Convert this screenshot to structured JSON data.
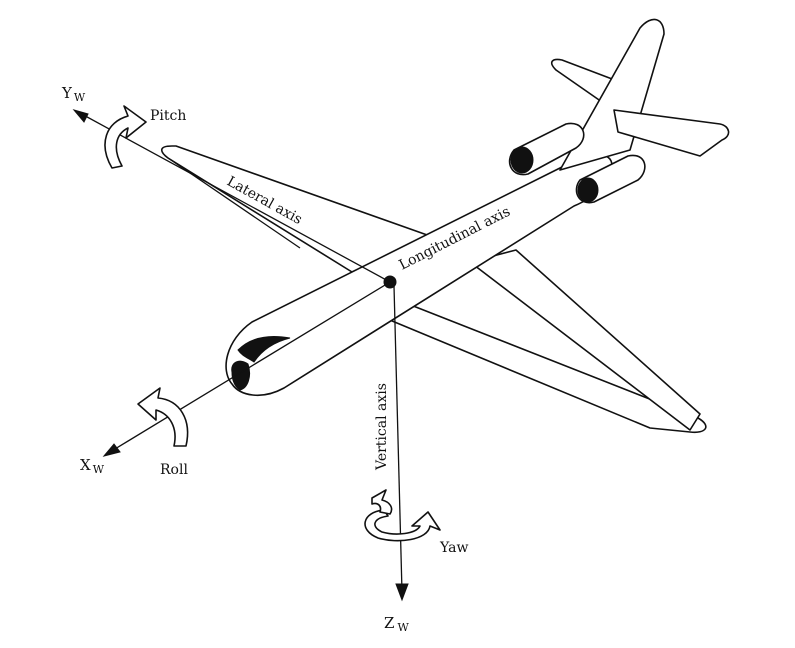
{
  "diagram": {
    "axes": {
      "y_axis": {
        "label": "Y",
        "subscript": "W"
      },
      "x_axis": {
        "label": "X",
        "subscript": "W"
      },
      "z_axis": {
        "label": "Z",
        "subscript": "W"
      }
    },
    "rotations": {
      "pitch": "Pitch",
      "roll": "Roll",
      "yaw": "Yaw"
    },
    "axis_names": {
      "lateral": "Lateral axis",
      "longitudinal": "Longitudinal axis",
      "vertical": "Vertical axis"
    }
  }
}
